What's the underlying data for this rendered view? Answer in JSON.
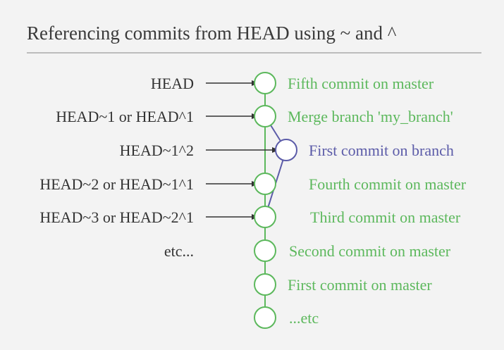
{
  "title": "Referencing commits from HEAD using ~ and ^",
  "colors": {
    "master": "#5cb85c",
    "branch": "#5b5ba8",
    "arrow": "#333333",
    "divider": "#aaaaaa",
    "node_fill": "#ffffff"
  },
  "master_commits": [
    {
      "label": "Fifth commit on master",
      "ref": "HEAD"
    },
    {
      "label": "Merge branch 'my_branch'",
      "ref": "HEAD~1 or HEAD^1"
    },
    {
      "label": "Fourth commit on master",
      "ref": "HEAD~2 or HEAD~1^1"
    },
    {
      "label": "Third commit on master",
      "ref": "HEAD~3 or HEAD~2^1"
    },
    {
      "label": "Second commit on master",
      "ref": "etc..."
    },
    {
      "label": "First commit on master",
      "ref": ""
    },
    {
      "label": "...etc",
      "ref": ""
    }
  ],
  "branch_commit": {
    "label": "First commit on branch",
    "ref": "HEAD~1^2"
  }
}
